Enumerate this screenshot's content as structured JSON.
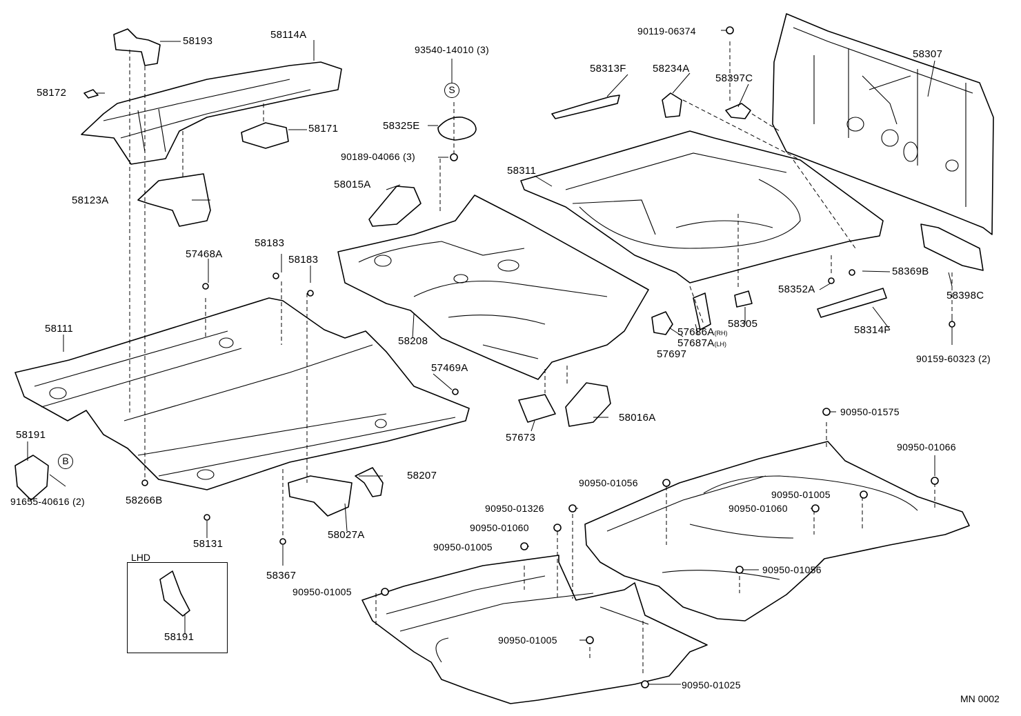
{
  "figure_code": "MN 0002",
  "inset_title": "LHD",
  "callout_marks": {
    "s_mark": "S",
    "b_mark": "B"
  },
  "labels": {
    "p58193": "58193",
    "p58114A": "58114A",
    "p58172": "58172",
    "p58171": "58171",
    "p58123A": "58123A",
    "p93540": "93540-14010 (3)",
    "p58325E": "58325E",
    "p90189": "90189-04066 (3)",
    "p58015A": "58015A",
    "p58311": "58311",
    "p58313F": "58313F",
    "p58234A": "58234A",
    "p90119": "90119-06374",
    "p58397C": "58397C",
    "p58307": "58307",
    "p57468A": "57468A",
    "p58183a": "58183",
    "p58183b": "58183",
    "p58111": "58111",
    "p58208": "58208",
    "p57686A": "57686A",
    "p57686A_sub": "(RH)",
    "p57687A": "57687A",
    "p57687A_sub": "(LH)",
    "p57697": "57697",
    "p58305": "58305",
    "p58352A": "58352A",
    "p58369B": "58369B",
    "p58314F": "58314F",
    "p58398C": "58398C",
    "p90159": "90159-60323 (2)",
    "p57469A": "57469A",
    "p58191": "58191",
    "p91655": "91655-40616 (2)",
    "p58266B": "58266B",
    "p58131": "58131",
    "p58207": "58207",
    "p58027A": "58027A",
    "p58367": "58367",
    "p57673": "57673",
    "p58016A": "58016A",
    "p58191_lhd": "58191",
    "p90950_01575": "90950-01575",
    "p90950_01066": "90950-01066",
    "p90950_01056a": "90950-01056",
    "p90950_01005a": "90950-01005",
    "p90950_01060a": "90950-01060",
    "p90950_01326": "90950-01326",
    "p90950_01060b": "90950-01060",
    "p90950_01005b": "90950-01005",
    "p90950_01056b": "90950-01056",
    "p90950_01005c": "90950-01005",
    "p90950_01005d": "90950-01005",
    "p90950_01025": "90950-01025"
  }
}
